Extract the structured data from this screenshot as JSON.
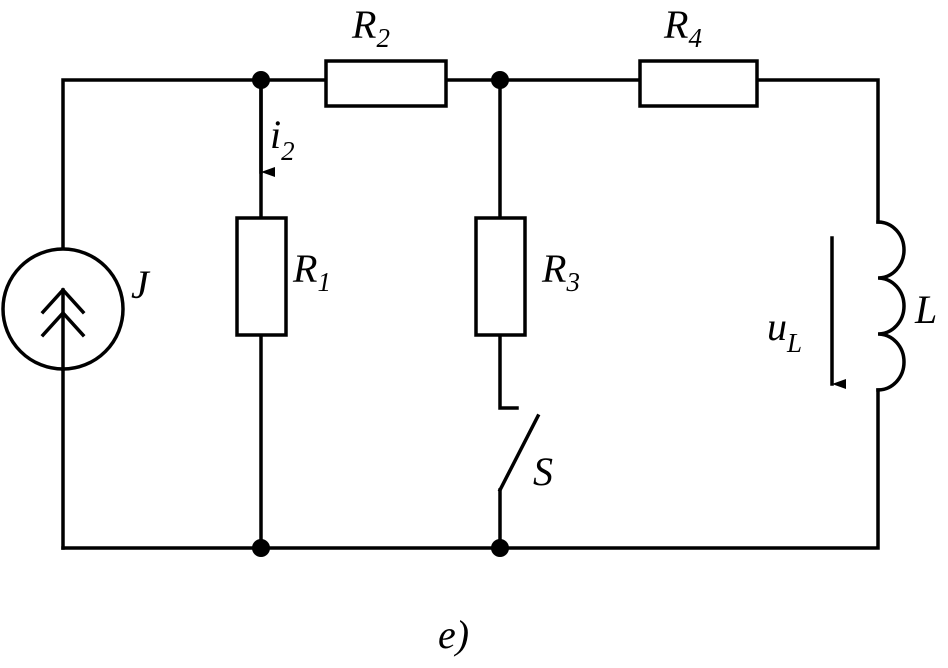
{
  "figure": {
    "caption": "e)",
    "labels": {
      "R1": {
        "main": "R",
        "sub": "1"
      },
      "R2": {
        "main": "R",
        "sub": "2"
      },
      "R3": {
        "main": "R",
        "sub": "3"
      },
      "R4": {
        "main": "R",
        "sub": "4"
      },
      "J": "J",
      "L": "L",
      "S": "S",
      "i2": {
        "main": "i",
        "sub": "2"
      },
      "uL": {
        "main": "u",
        "sub": "L"
      }
    },
    "colors": {
      "stroke": "#000000",
      "background": "#ffffff"
    }
  }
}
